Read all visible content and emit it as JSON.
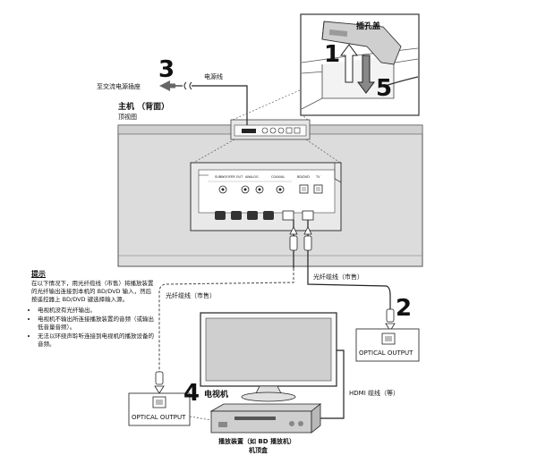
{
  "labels": {
    "power_cord": "电源线",
    "to_outlet": "至交流电源插座",
    "main_unit": "主机",
    "rear": "（背面）",
    "top_view": "顶视图",
    "jack_cover": "插孔盖",
    "optical_cable_sold_1": "光纤缆线（市售）",
    "optical_cable_sold_2": "光纤缆线（市售）",
    "hdmi_cable": "HDMI 缆线（等）",
    "tv": "电视机",
    "player_line1": "播放装置（如 BD 播放机）",
    "player_line2": "机顶盒",
    "optical_output_right": "OPTICAL OUTPUT",
    "optical_output_left": "OPTICAL OUTPUT"
  },
  "steps": {
    "s1": "1",
    "s2": "2",
    "s3": "3",
    "s4": "4",
    "s5": "5"
  },
  "panel_labels": {
    "subwoofer": "SUBWOOFER OUT",
    "analog": "ANALOG",
    "coaxial": "COAXIAL",
    "bd_dvd": "BD/DVD",
    "tv_in": "TV"
  },
  "tip": {
    "title": "提示",
    "intro": "在以下情况下，用光纤缆线（市售）将播放装置的光纤输出连接到本机的 BD/DVD 输入，然后按遥控器上 BD/DVD 键选择输入源。",
    "items": [
      "电视机没有光纤输出。",
      "电视机不输出所连接播放装置的音频（或输出低音量音频）。",
      "无法以环绕声聆听连接到电视机的播放设备的音频。"
    ]
  }
}
